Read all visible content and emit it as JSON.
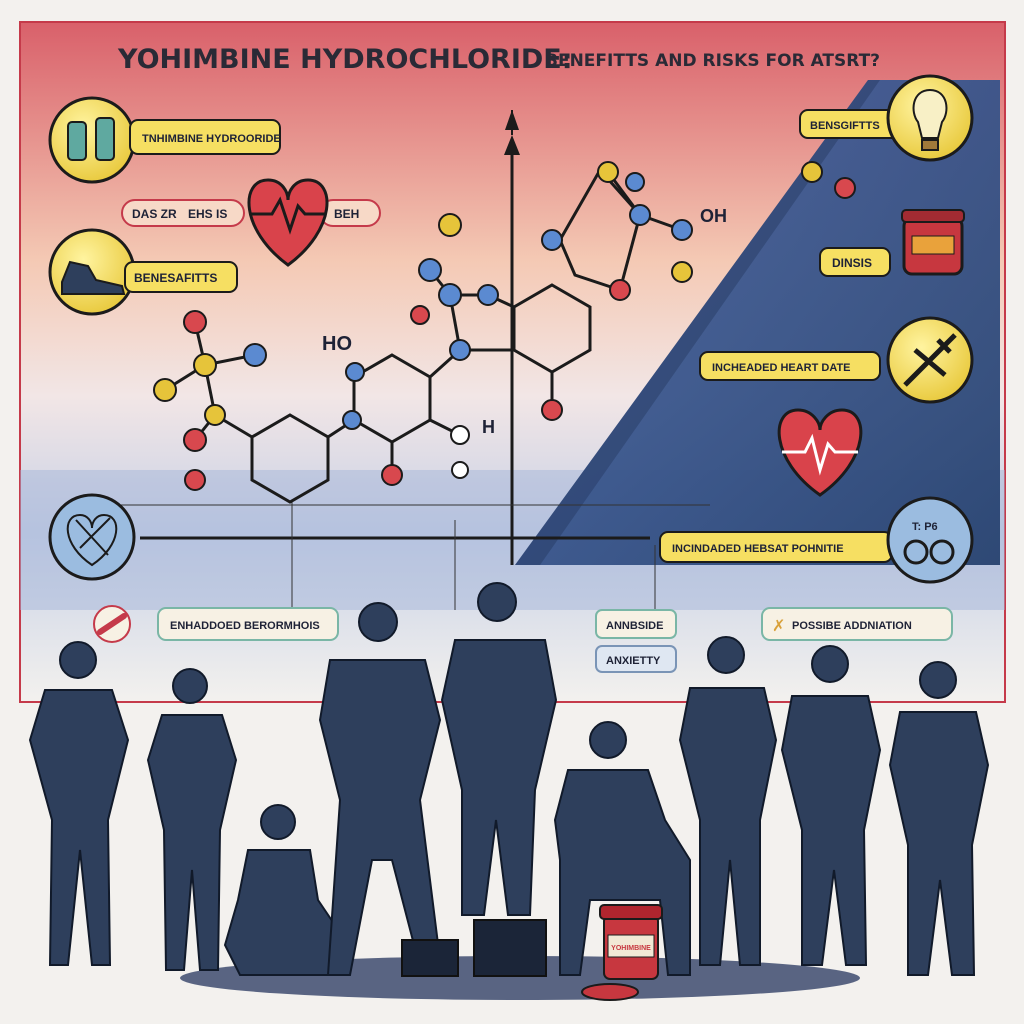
{
  "title": {
    "main": "YOHIMBINE HYDROCHLORIDE:",
    "sub": "BENEFITTS AND RISKS FOR ATSRT?"
  },
  "left_labels": {
    "supplement": "TNHIMBINE HYDROORIDE",
    "pill_left": "DAS  ZR",
    "pill_mid": "EHS  IS",
    "pill_right": "BEH",
    "benefits": "BENESAFITTS"
  },
  "molecule_labels": {
    "ho": "HO",
    "h": "H",
    "oh": "OH"
  },
  "right_labels": {
    "benefits": "BENSGIFTTS",
    "dinsis": "DINSIS",
    "heart_rate": "INCHEADED HEART DATE",
    "heart_rate_2": "INCINDADED HEBSAT POHNITIE",
    "ring_note": "T: P6"
  },
  "bottom_labels": {
    "performance": "ENHADDOED BERORMHOIS",
    "side": "ANNBSIDE",
    "anxiety": "ANXIETTY",
    "addiction": "POSSIBE ADDNIATION"
  },
  "supplement_jar": {
    "label": "YOHIMBINE"
  },
  "colors": {
    "top_band": "#d9606a",
    "bottom_band": "#5b7fae",
    "triangle": "#2f4f86",
    "label_fill": "#f6df62",
    "athlete": "#2e3f5c",
    "heart": "#d9434b"
  }
}
